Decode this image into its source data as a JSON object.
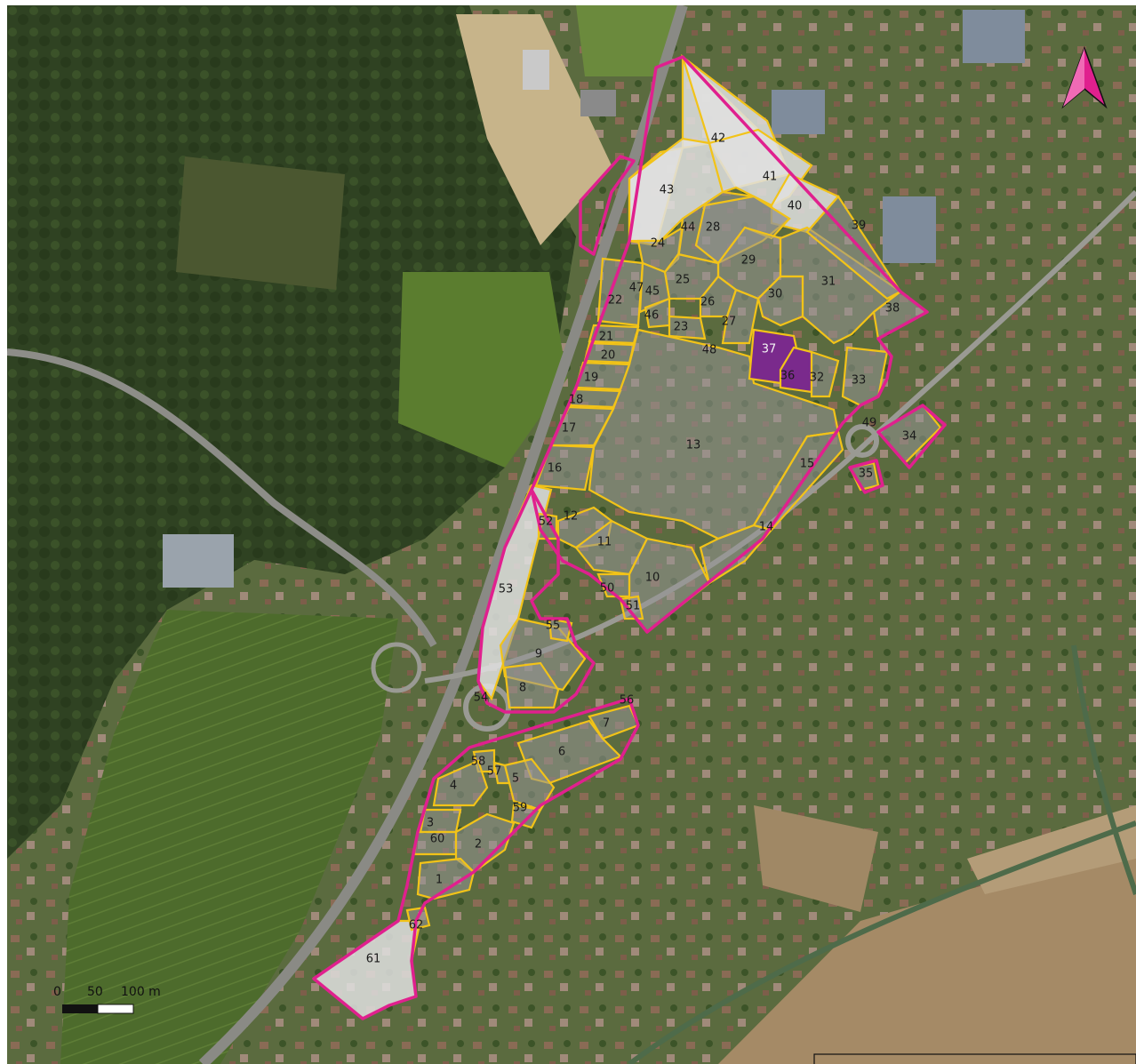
{
  "map": {
    "scale": {
      "ticks": [
        "0",
        "50",
        "100 m"
      ]
    },
    "north_arrow": {
      "icon": "north-arrow-icon",
      "color": "#e0208e"
    },
    "colors": {
      "zone_outline": "#e0208e",
      "parcel_outline": "#f2c318",
      "highlight_parcel": "#7a2a8c"
    },
    "parcels": [
      "1",
      "2",
      "3",
      "4",
      "5",
      "6",
      "7",
      "8",
      "9",
      "10",
      "11",
      "12",
      "13",
      "14",
      "15",
      "16",
      "17",
      "18",
      "19",
      "20",
      "21",
      "22",
      "23",
      "24",
      "25",
      "26",
      "27",
      "28",
      "29",
      "30",
      "31",
      "32",
      "33",
      "34",
      "35",
      "36",
      "37",
      "38",
      "39",
      "40",
      "41",
      "42",
      "43",
      "44",
      "45",
      "46",
      "47",
      "48",
      "49",
      "50",
      "51",
      "52",
      "53",
      "54",
      "55",
      "56",
      "57",
      "58",
      "59",
      "60",
      "61",
      "62"
    ]
  }
}
